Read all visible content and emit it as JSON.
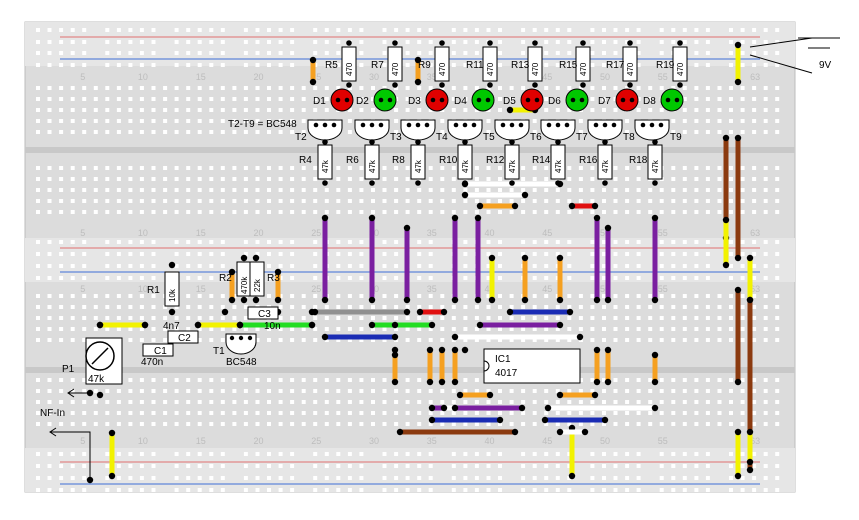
{
  "labels": {
    "battery": "9V",
    "transistor_note": "T2-T9 = BC548",
    "ic_name": "IC1",
    "ic_type": "4017",
    "t1": "T1",
    "t1_type": "BC548",
    "p1": "P1",
    "p1_value": "47k",
    "nf_in": "NF-In",
    "c1": "C1",
    "c1_value": "470n",
    "c2": "C2",
    "c2_value": "4n7",
    "c3": "C3",
    "c3_value": "10n",
    "r1": "R1",
    "r1_value": "10k",
    "r2": "R2",
    "r2_value": "470k",
    "r3": "R3",
    "r3_value": "22k"
  },
  "column_numbers": [
    "5",
    "10",
    "15",
    "20",
    "25",
    "30",
    "35",
    "40",
    "45",
    "50",
    "55",
    "63"
  ],
  "top_resistors": [
    {
      "name": "R5",
      "value": "470"
    },
    {
      "name": "R7",
      "value": "470"
    },
    {
      "name": "R9",
      "value": "470"
    },
    {
      "name": "R11",
      "value": "470"
    },
    {
      "name": "R13",
      "value": "470"
    },
    {
      "name": "R15",
      "value": "470"
    },
    {
      "name": "R17",
      "value": "470"
    },
    {
      "name": "R19",
      "value": "470"
    }
  ],
  "leds": [
    {
      "name": "D1",
      "color": "#e00000"
    },
    {
      "name": "D2",
      "color": "#00c800"
    },
    {
      "name": "D3",
      "color": "#e00000"
    },
    {
      "name": "D4",
      "color": "#00c800"
    },
    {
      "name": "D5",
      "color": "#e00000"
    },
    {
      "name": "D6",
      "color": "#00c800"
    },
    {
      "name": "D7",
      "color": "#e00000"
    },
    {
      "name": "D8",
      "color": "#00c800"
    }
  ],
  "transistors": [
    "T2",
    "T3",
    "T4",
    "T5",
    "T6",
    "T7",
    "T8",
    "T9"
  ],
  "base_resistors": [
    {
      "name": "R4",
      "value": "47k"
    },
    {
      "name": "R6",
      "value": "47k"
    },
    {
      "name": "R8",
      "value": "47k"
    },
    {
      "name": "R10",
      "value": "47k"
    },
    {
      "name": "R12",
      "value": "47k"
    },
    {
      "name": "R14",
      "value": "47k"
    },
    {
      "name": "R16",
      "value": "47k"
    },
    {
      "name": "R18",
      "value": "47k"
    }
  ],
  "colors": {
    "board": "#dcdcdc",
    "rail_red": "#e07070",
    "rail_blue": "#3d6fd6",
    "hole": "#ffffff",
    "wire_yellow": "#f2f200",
    "wire_orange": "#f5a020",
    "wire_purple": "#7a1fa0",
    "wire_brown": "#8b3a0f",
    "wire_green": "#22dd22",
    "wire_blue": "#1a2cb4",
    "wire_gray": "#909090",
    "wire_red": "#e01010",
    "wire_white": "#ffffff"
  }
}
